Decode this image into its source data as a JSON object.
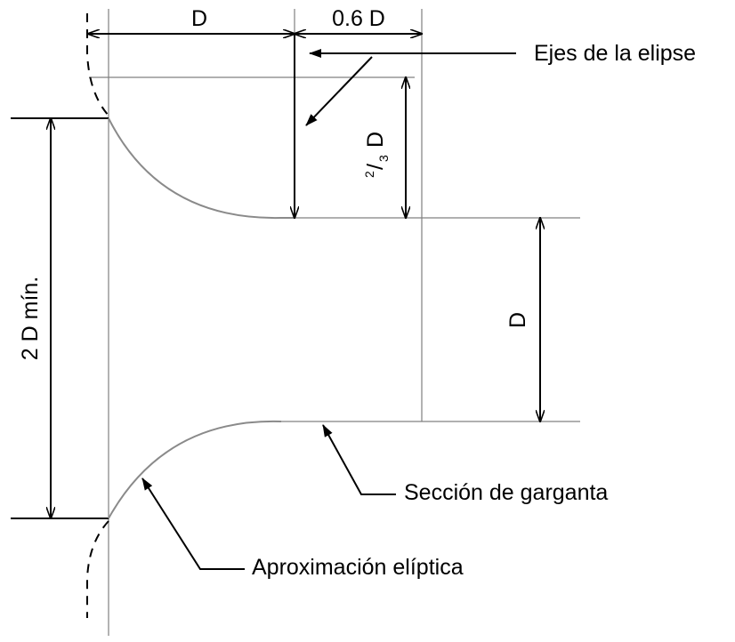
{
  "labels": {
    "dim_d_top": "D",
    "dim_06d": "0.6 D",
    "ejes": "Ejes de la elipse",
    "two_thirds_num": "2",
    "two_thirds_slash": "/",
    "two_thirds_den": "3",
    "two_thirds_d": "D",
    "dim_d_right": "D",
    "dim_2d": "2 D mín.",
    "seccion": "Sección de garganta",
    "aprox": "Aproximación elíptica"
  }
}
